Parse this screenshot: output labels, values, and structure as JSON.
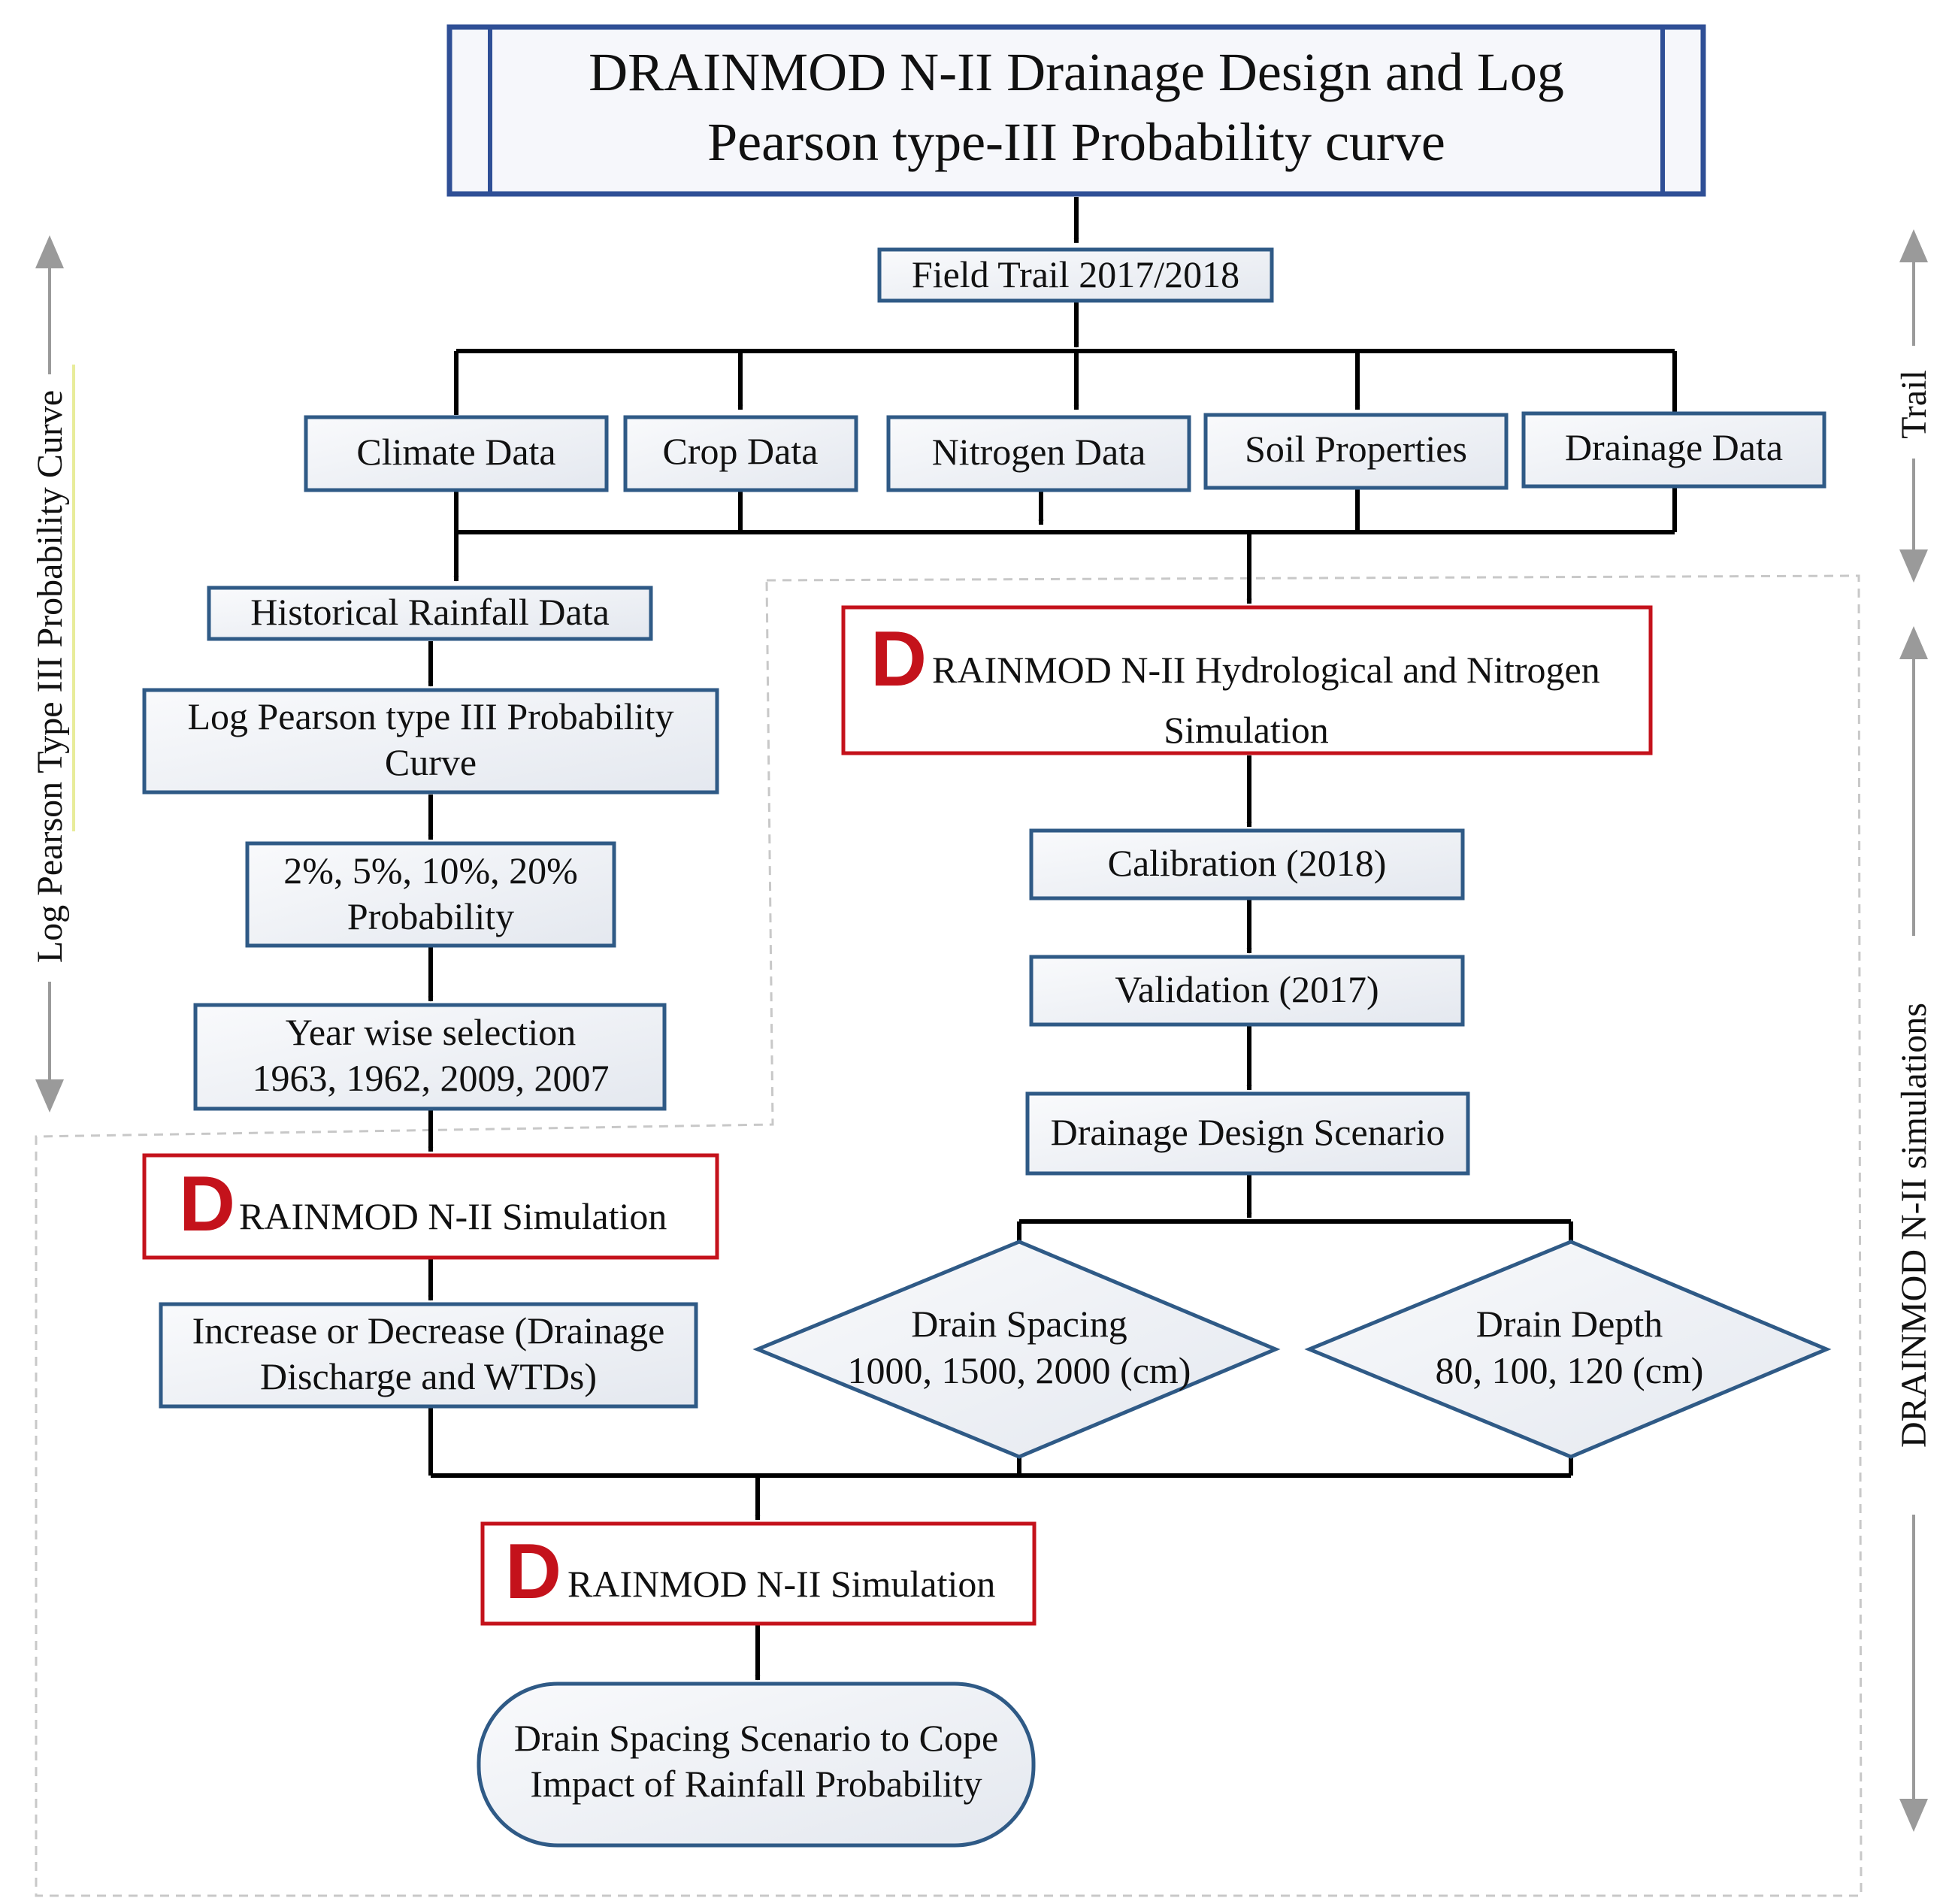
{
  "title": {
    "line1": "DRAINMOD N-II Drainage Design and Log",
    "line2": "Pearson type-III Probability curve"
  },
  "field_trail": "Field Trail 2017/2018",
  "data_inputs": {
    "climate": "Climate Data",
    "crop": "Crop Data",
    "nitrogen": "Nitrogen Data",
    "soil": "Soil Properties",
    "drainage": "Drainage Data"
  },
  "left_branch": {
    "historical": "Historical Rainfall Data",
    "lp3_line1": "Log Pearson type III Probability",
    "lp3_line2": "Curve",
    "prob_line1": "2%, 5%, 10%, 20%",
    "prob_line2": "Probability",
    "year_line1": "Year wise selection",
    "year_line2": "1963, 1962, 2009, 2007",
    "sim_initial": "D",
    "sim_rest": "RAINMOD N-II Simulation",
    "change_line1": "Increase or Decrease (Drainage",
    "change_line2": "Discharge  and WTDs)"
  },
  "right_branch": {
    "hydro_initial": "D",
    "hydro_line1_rest": "RAINMOD N-II Hydrological and Nitrogen",
    "hydro_line2": "Simulation",
    "calibration": "Calibration (2018)",
    "validation": "Validation (2017)",
    "design_scenario": "Drainage Design Scenario",
    "spacing_title": "Drain Spacing",
    "spacing_values": "1000, 1500, 2000 (cm)",
    "depth_title": "Drain Depth",
    "depth_values": "80, 100, 120 (cm)"
  },
  "bottom": {
    "sim_initial": "D",
    "sim_rest": "RAINMOD N-II Simulation",
    "final_line1": "Drain Spacing Scenario to Cope",
    "final_line2": "Impact of Rainfall Probability"
  },
  "side_labels": {
    "left": "Log Pearson Type III Probability Curve",
    "right_top": "Trail",
    "right_bottom": "DRAINMOD N-II simulations"
  },
  "colors": {
    "box_border": "#2f5a86",
    "title_border": "#2f4f96",
    "drainmod_border": "#c4121b",
    "drainmod_initial": "#c4121b",
    "highlight_yellow": "#e8ec9a"
  }
}
